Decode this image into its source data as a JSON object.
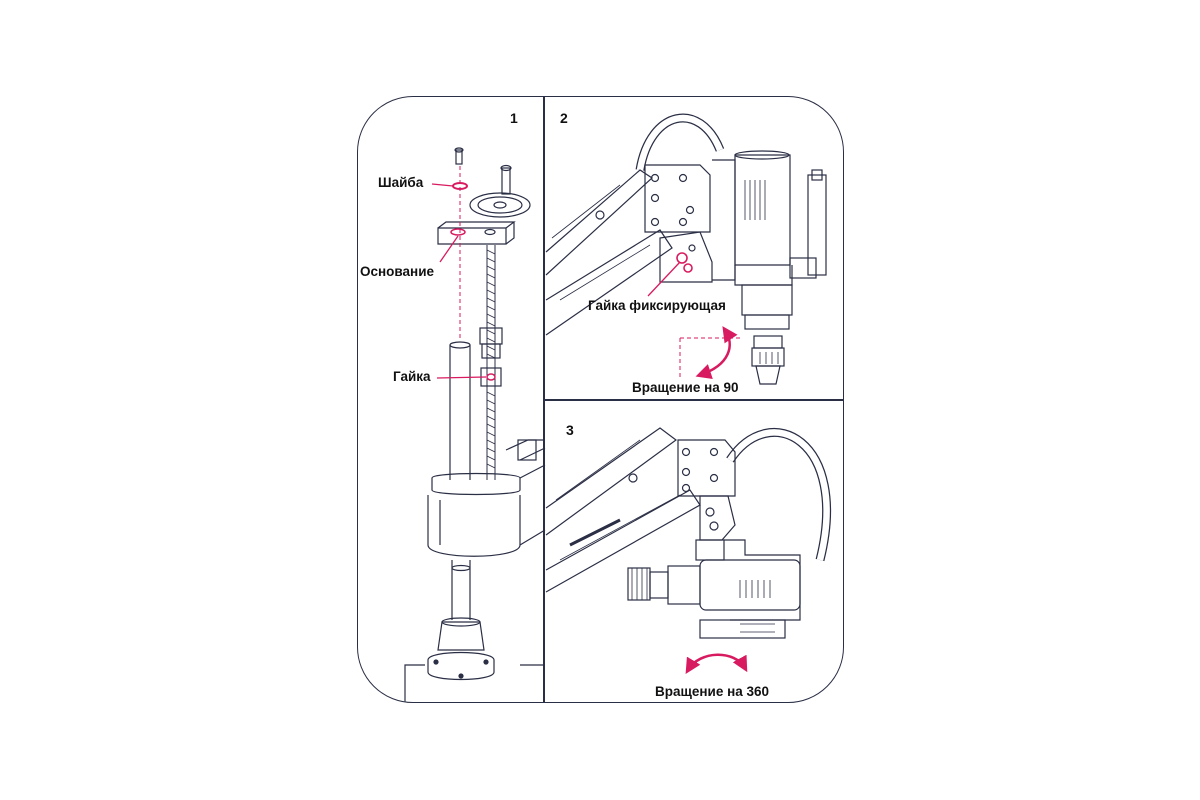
{
  "panels": [
    {
      "number": "1",
      "labels": {
        "washer": "Шайба",
        "base": "Основание",
        "nut": "Гайка"
      }
    },
    {
      "number": "2",
      "labels": {
        "lock_nut": "Гайка фиксирующая",
        "rotation": "Вращение на 90"
      }
    },
    {
      "number": "3",
      "labels": {
        "rotation": "Вращение на 360"
      }
    }
  ],
  "colors": {
    "accent": "#d81b60",
    "line": "#2b2f45"
  }
}
